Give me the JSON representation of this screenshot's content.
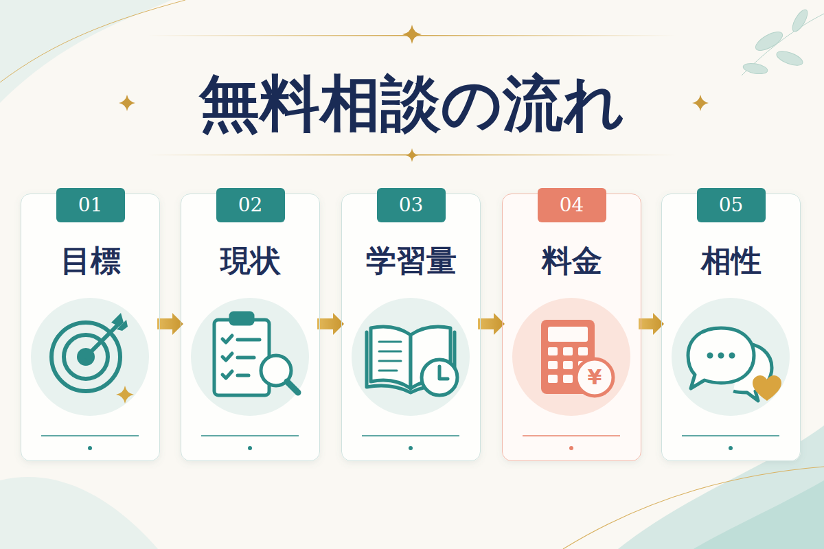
{
  "diagram": {
    "title": "無料相談の流れ",
    "nodes": [
      {
        "text": [
          "01",
          "目標"
        ]
      },
      {
        "text": [
          "02",
          "現状"
        ]
      },
      {
        "text": [
          "03",
          "学習量"
        ]
      },
      {
        "text": [
          "04",
          "料金"
        ]
      },
      {
        "text": [
          "05",
          "相性"
        ]
      }
    ],
    "edges": [
      {
        "from": 0,
        "to": 1,
        "arrow": "to"
      },
      {
        "from": 1,
        "to": 2,
        "arrow": "to"
      },
      {
        "from": 2,
        "to": 3,
        "arrow": "to"
      },
      {
        "from": 3,
        "to": 4,
        "arrow": "to"
      }
    ],
    "labels": [
      "¥"
    ]
  }
}
